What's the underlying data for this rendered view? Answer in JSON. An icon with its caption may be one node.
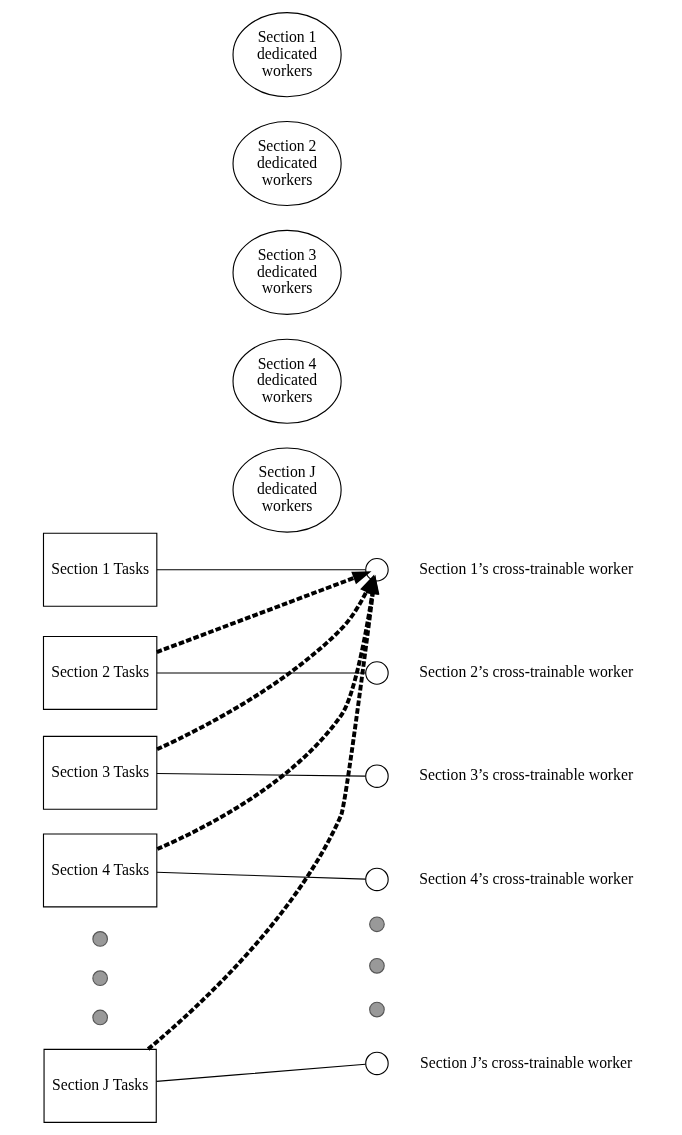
{
  "diagram": {
    "nodes": [
      {
        "text": [
          "Section 1 Tasks"
        ]
      },
      {
        "text": [
          "Section 1 dedicated workers"
        ]
      },
      {
        "text": [],
        "shape": "circle",
        "beside": [
          "Section 1’s cross-trainable worker"
        ]
      },
      {
        "text": [
          "Section 2 Tasks"
        ]
      },
      {
        "text": [
          "Section 2 dedicated workers"
        ]
      },
      {
        "text": [],
        "shape": "circle",
        "beside": [
          "Section 2’s cross-trainable worker"
        ]
      },
      {
        "text": [
          "Section 3 Tasks"
        ]
      },
      {
        "text": [
          "Section 3 dedicated workers"
        ]
      },
      {
        "text": [],
        "shape": "circle",
        "beside": [
          "Section 3’s cross-trainable worker"
        ]
      },
      {
        "text": [
          "Section 4 Tasks"
        ]
      },
      {
        "text": [
          "Section 4 dedicated workers"
        ]
      },
      {
        "text": [],
        "shape": "circle",
        "beside": [
          "Section 4’s cross-trainable worker"
        ]
      },
      {
        "text": [],
        "shape": "circle"
      },
      {
        "text": [],
        "shape": "circle"
      },
      {
        "text": [],
        "shape": "circle"
      },
      {
        "text": [],
        "shape": "circle"
      },
      {
        "text": [],
        "shape": "circle"
      },
      {
        "text": [],
        "shape": "circle"
      },
      {
        "text": [
          "Section J Tasks"
        ]
      },
      {
        "text": [
          "Section J dedicated workers"
        ]
      },
      {
        "text": [],
        "shape": "circle",
        "beside": [
          "Section J’s cross-trainable worker"
        ]
      }
    ],
    "edges": [
      {
        "from": 0,
        "to": 2,
        "arrow": "none"
      },
      {
        "from": 3,
        "to": 5,
        "arrow": "none"
      },
      {
        "from": 6,
        "to": 8,
        "arrow": "none"
      },
      {
        "from": 9,
        "to": 11,
        "arrow": "none"
      },
      {
        "from": 18,
        "to": 20,
        "arrow": "none"
      },
      {
        "from": 3,
        "to": 2,
        "arrow": "to",
        "style": "dashed"
      },
      {
        "from": 6,
        "to": 2,
        "arrow": "to",
        "style": "dashed"
      },
      {
        "from": 9,
        "to": 2,
        "arrow": "to",
        "style": "dashed"
      },
      {
        "from": 18,
        "to": 2,
        "arrow": "to",
        "style": "dashed"
      }
    ]
  }
}
